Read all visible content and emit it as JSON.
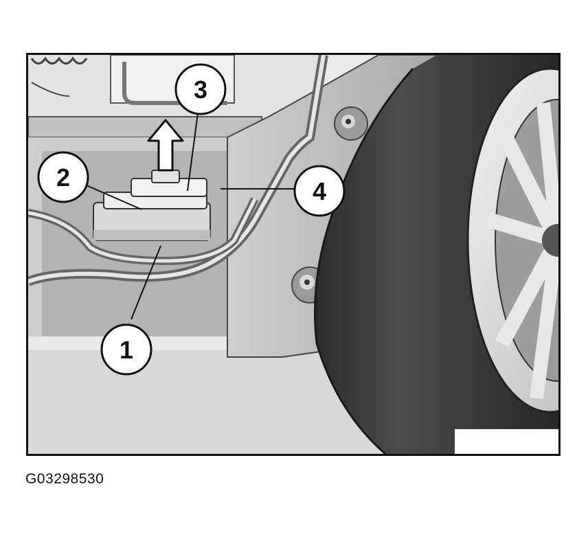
{
  "figure": {
    "callouts": [
      {
        "id": "1",
        "label": "1"
      },
      {
        "id": "2",
        "label": "2"
      },
      {
        "id": "3",
        "label": "3"
      },
      {
        "id": "4",
        "label": "4"
      }
    ],
    "caption": "G03298530"
  },
  "colors": {
    "background": "#e9e9e9",
    "tire": "#3a3a3a",
    "line": "#111111",
    "callout_fill": "#ffffff"
  }
}
